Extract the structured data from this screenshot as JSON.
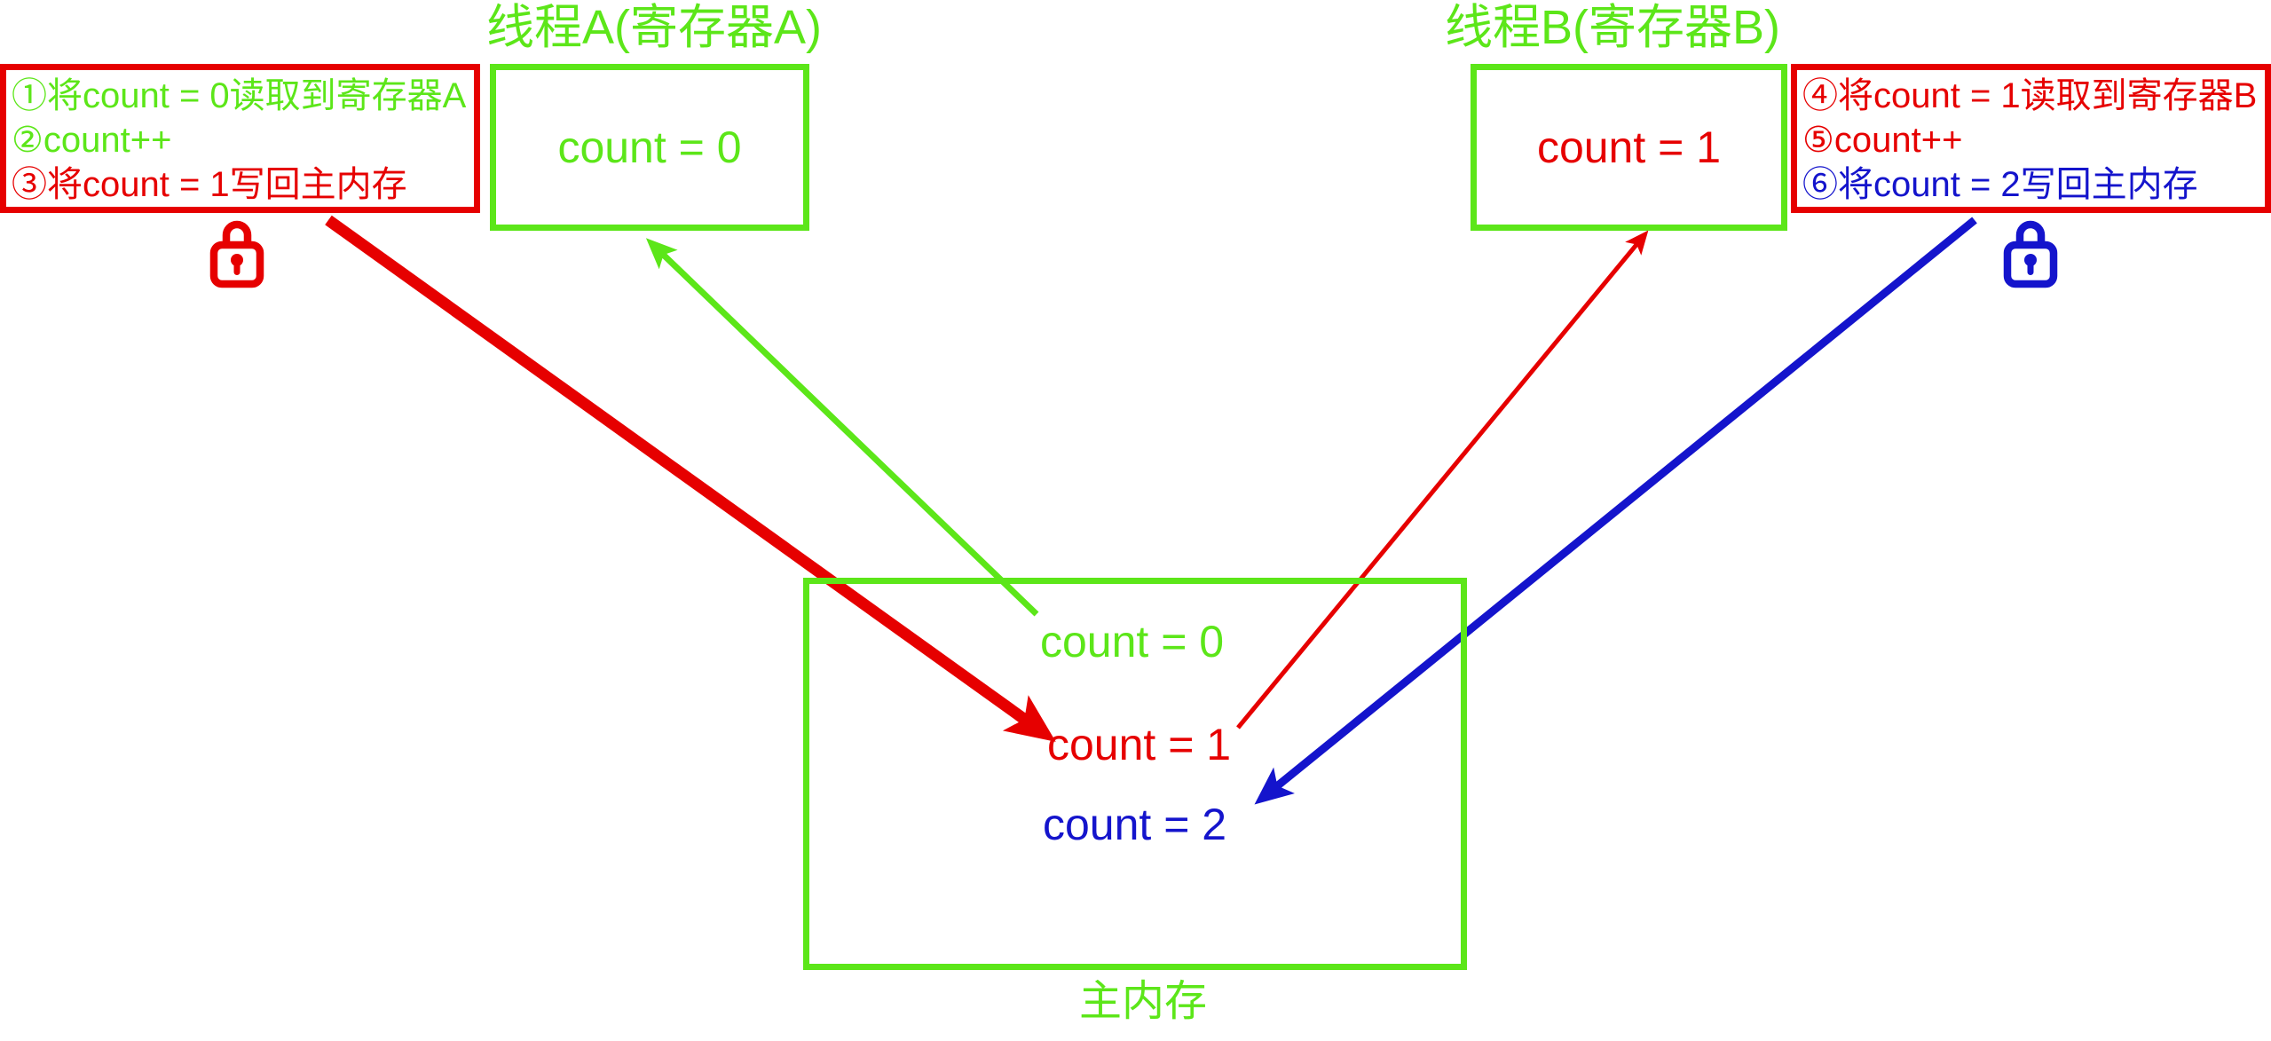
{
  "diagram": {
    "title_hidden": "",
    "colors": {
      "green": "#5ce619",
      "red": "#e60000",
      "blue": "#1414cc",
      "background": "#ffffff"
    }
  },
  "thread_a": {
    "title": "线程A(寄存器A)",
    "register_value": "count = 0",
    "lock_icon": "lock-icon",
    "steps": [
      {
        "text": "①将count = 0读取到寄存器A",
        "color": "green"
      },
      {
        "text": "②count++",
        "color": "green"
      },
      {
        "text": "③将count = 1写回主内存",
        "color": "red"
      }
    ]
  },
  "thread_b": {
    "title": "线程B(寄存器B)",
    "register_value": "count = 1",
    "lock_icon": "lock-icon",
    "steps": [
      {
        "text": "④将count = 1读取到寄存器B",
        "color": "red"
      },
      {
        "text": "⑤count++",
        "color": "red"
      },
      {
        "text": "⑥将count = 2写回主内存",
        "color": "blue"
      }
    ]
  },
  "main_memory": {
    "label": "主内存",
    "values": [
      {
        "text": "count = 0",
        "color": "green"
      },
      {
        "text": "count = 1",
        "color": "red"
      },
      {
        "text": "count = 2",
        "color": "blue"
      }
    ]
  },
  "arrows": [
    {
      "name": "read-to-register-a",
      "color": "green",
      "from": "main-memory count = 0",
      "to": "register-a-box"
    },
    {
      "name": "write-back-from-thread-a",
      "color": "red",
      "from": "left-note-box",
      "to": "main-memory count = 1"
    },
    {
      "name": "read-to-register-b",
      "color": "red",
      "from": "main-memory count = 1",
      "to": "register-b-box"
    },
    {
      "name": "write-back-from-thread-b",
      "color": "blue",
      "from": "right-note-box",
      "to": "main-memory count = 2"
    }
  ]
}
